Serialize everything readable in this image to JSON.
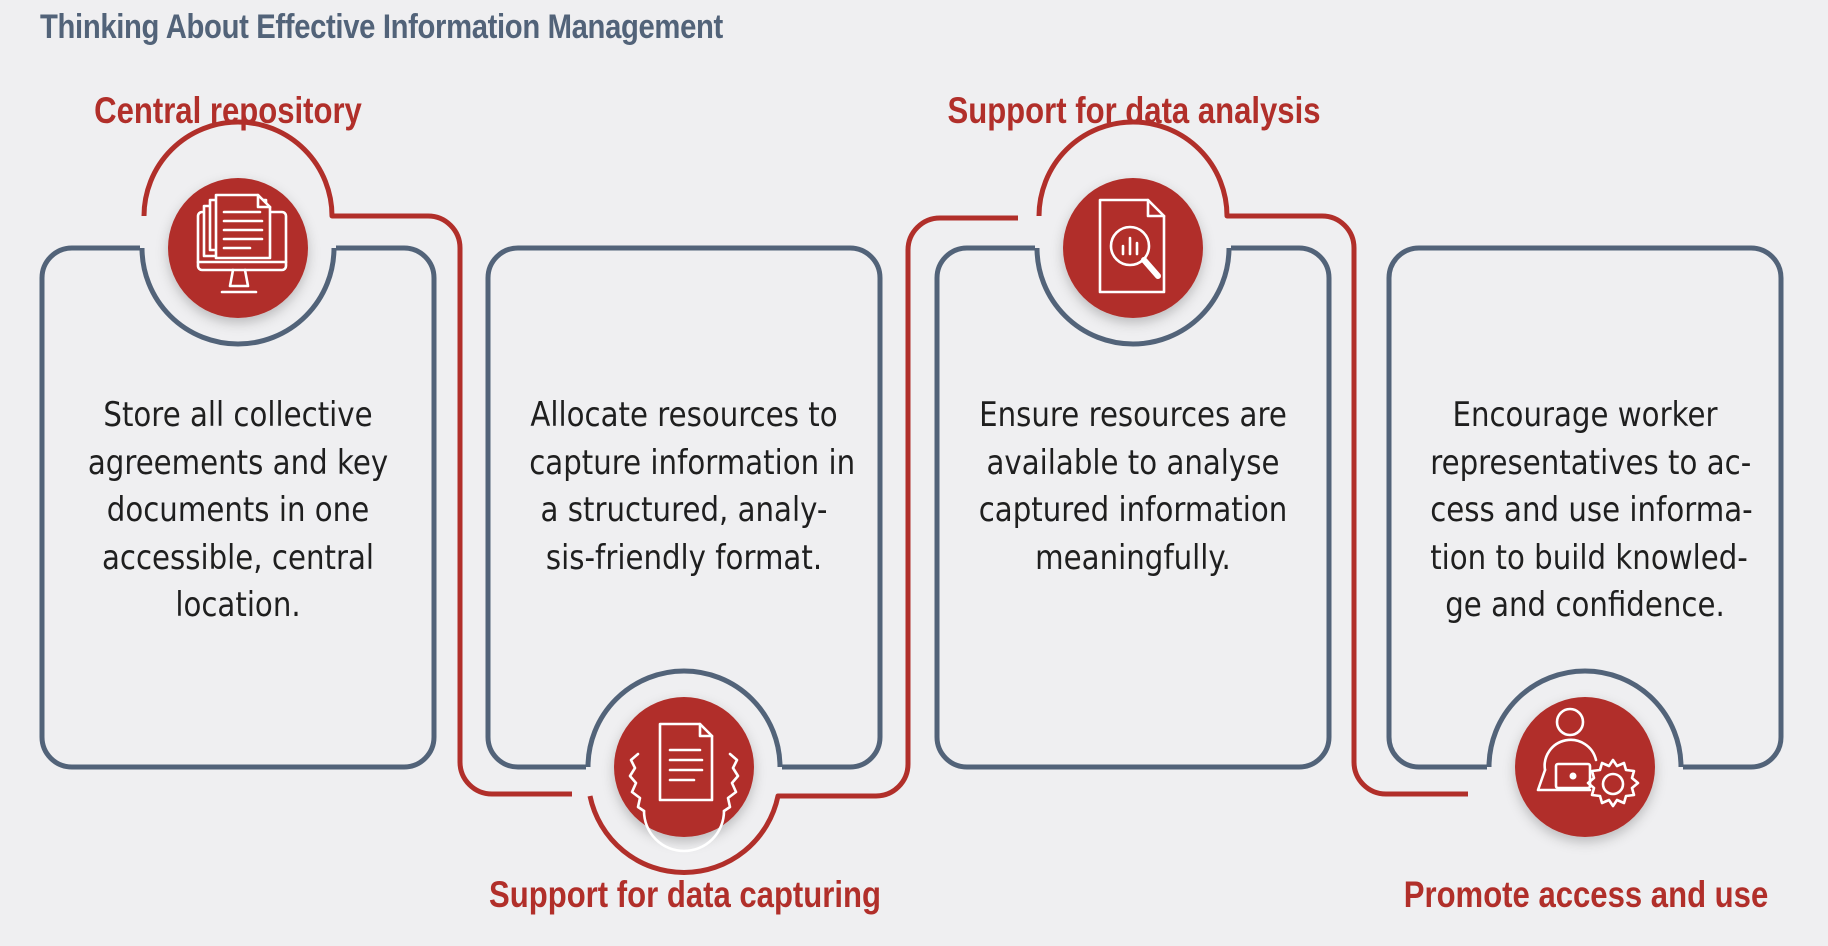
{
  "title": "Thinking About Effective Information Management",
  "colors": {
    "background": "#efeff1",
    "slate": "#526379",
    "red": "#b12f2a",
    "text": "#1f1f1f"
  },
  "steps": [
    {
      "title": "Central repository",
      "text_lines": [
        "Store all collective",
        "agreements and key",
        "documents in one",
        "accessible, central",
        "location."
      ],
      "icon": "document-monitor-icon"
    },
    {
      "title": "Support for data capturing",
      "text_lines": [
        "Allocate resources to",
        "capture information in",
        "a structured, analy-",
        "sis-friendly format."
      ],
      "icon": "document-gear-icon"
    },
    {
      "title": "Support for data analysis",
      "text_lines": [
        "Ensure resources are",
        "available to analyse",
        "captured information",
        "meaningfully."
      ],
      "icon": "document-magnifier-chart-icon"
    },
    {
      "title": "Promote access and use",
      "text_lines": [
        "Encourage worker",
        "representatives to ac-",
        "cess and use informa-",
        "tion to build knowled-",
        "ge and confidence."
      ],
      "icon": "person-laptop-gear-icon"
    }
  ]
}
